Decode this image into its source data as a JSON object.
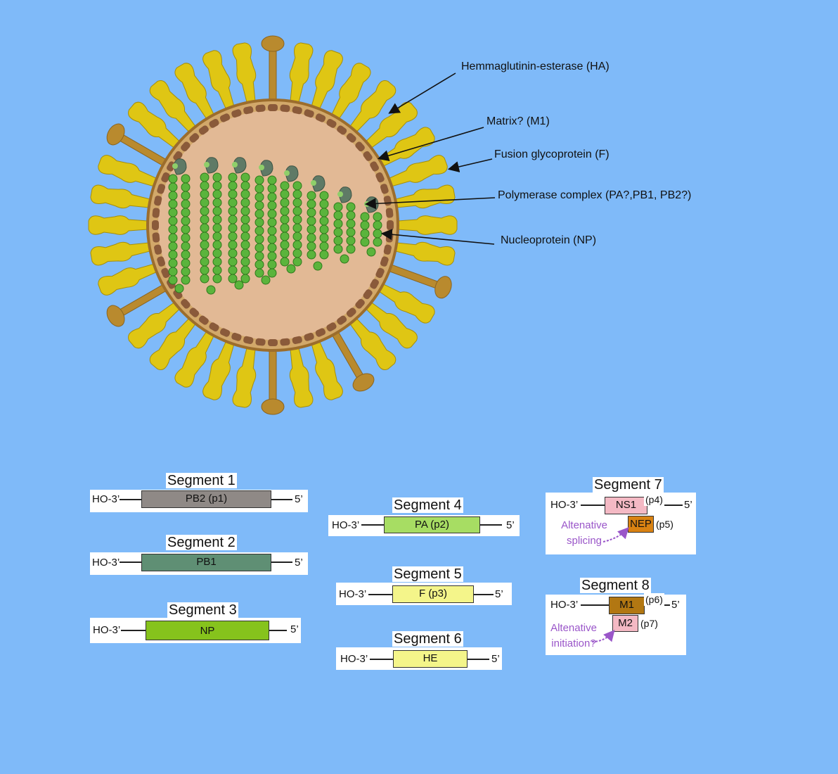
{
  "labels": {
    "ha": "Hemmaglutinin-esterase (HA)",
    "m1": "Matrix? (M1)",
    "f": "Fusion glycoprotein (F)",
    "pol": "Polymerase complex (PA?,PB1, PB2?)",
    "np": "Nucleoprotein (NP)"
  },
  "ends": {
    "three": "HO-3’",
    "five": "5’"
  },
  "segments": [
    {
      "title": "Segment 1",
      "protein": "PB2 (p1)",
      "color": "#8f8986"
    },
    {
      "title": "Segment 2",
      "protein": "PB1",
      "color": "#5f8f74"
    },
    {
      "title": "Segment 3",
      "protein": "NP",
      "color": "#86c31c"
    },
    {
      "title": "Segment 4",
      "protein": "PA (p2)",
      "color": "#a7dd63"
    },
    {
      "title": "Segment 5",
      "protein": "F (p3)",
      "color": "#f4f58a"
    },
    {
      "title": "Segment 6",
      "protein": "HE",
      "color": "#f4f58a"
    },
    {
      "title": "Segment 7",
      "protein": "NS1",
      "protein_tag": "(p4)",
      "alt_protein": "NEP",
      "alt_tag": "(p5)",
      "note": "Altenative splicing",
      "color": "#f4b9c4",
      "alt_color": "#d98212"
    },
    {
      "title": "Segment 8",
      "protein": "M1",
      "protein_tag": "(p6)",
      "alt_protein": "M2",
      "alt_tag": "(p7)",
      "note": "Altenative initiation?",
      "color": "#b27712",
      "alt_color": "#f4b9c4"
    }
  ],
  "colors": {
    "background": "#7fbaf9",
    "spike_yellow": "#dfc614",
    "spike_brown": "#b98a2e",
    "envelope": "#8a5a3a",
    "interior": "#e2b995",
    "nucleoprotein": "#5bb43c",
    "polymerase": "#5f7a66",
    "note_purple": "#9a56c9"
  }
}
